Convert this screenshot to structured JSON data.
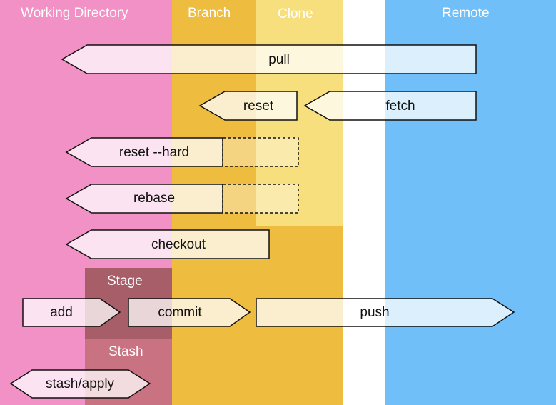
{
  "colors": {
    "working_directory": "#f291c6",
    "branch": "#eebc3e",
    "clone": "#f7df7e",
    "remote": "#70bff8",
    "stage": "#a75e69",
    "stash": "#c97382",
    "arrow_fill": "#fdf6e8",
    "arrow_stroke": "#111111"
  },
  "zones": {
    "working_directory": "Working Directory",
    "branch": "Branch",
    "clone": "Clone",
    "remote": "Remote",
    "stage": "Stage",
    "stash": "Stash"
  },
  "commands": {
    "pull": "pull",
    "reset": "reset",
    "fetch": "fetch",
    "reset_hard": "reset --hard",
    "rebase": "rebase",
    "checkout": "checkout",
    "add": "add",
    "commit": "commit",
    "push": "push",
    "stash_apply": "stash/apply"
  }
}
